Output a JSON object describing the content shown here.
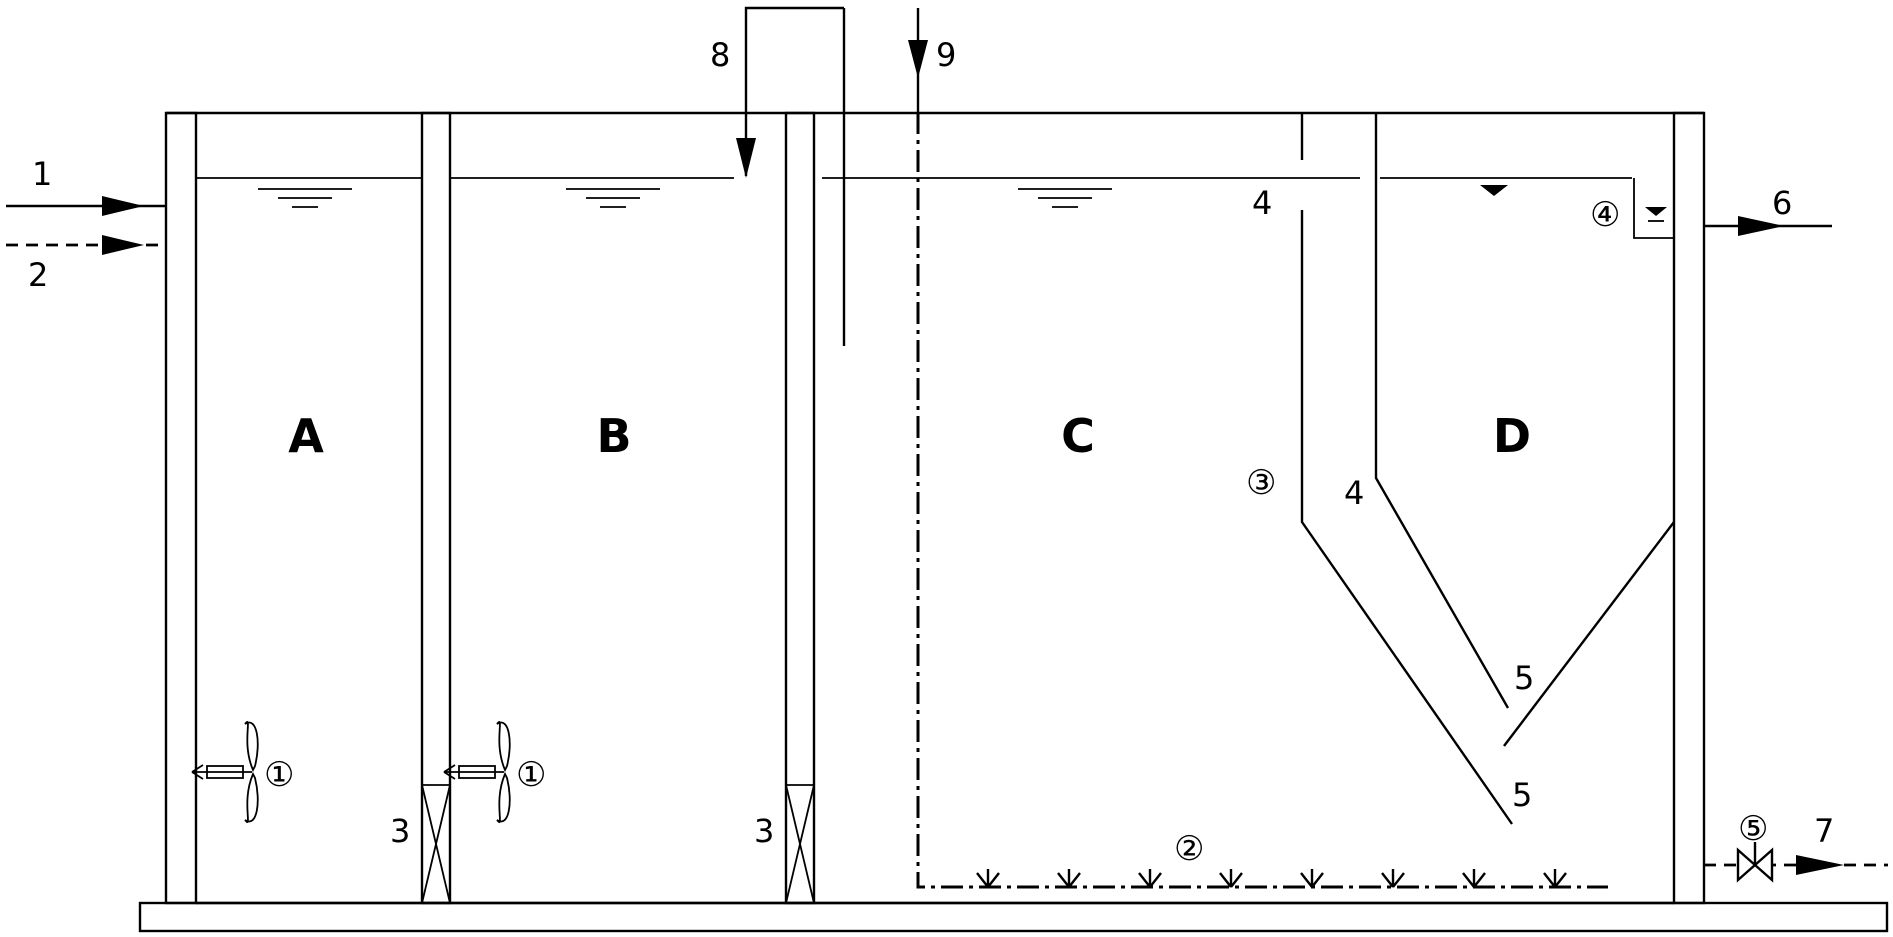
{
  "zones": {
    "a": "A",
    "b": "B",
    "c": "C",
    "d": "D"
  },
  "labels": {
    "inlet_1": "1",
    "inlet_2": "2",
    "baffle_3_left": "3",
    "baffle_3_right": "3",
    "wall_4_top": "4",
    "wall_4_mid": "4",
    "slope_5_upper": "5",
    "slope_5_lower": "5",
    "outlet_6": "6",
    "drain_7": "7",
    "pipe_8": "8",
    "air_9": "9"
  },
  "component_markers": {
    "mixer_a": "①",
    "mixer_b": "①",
    "aerator": "②",
    "baffle": "③",
    "weir": "④",
    "valve": "⑤"
  },
  "icons": {
    "mixer": "propeller-mixer-icon",
    "aerator": "diffuser-icon",
    "valve": "gate-valve-icon",
    "water_level": "water-level-icon"
  }
}
